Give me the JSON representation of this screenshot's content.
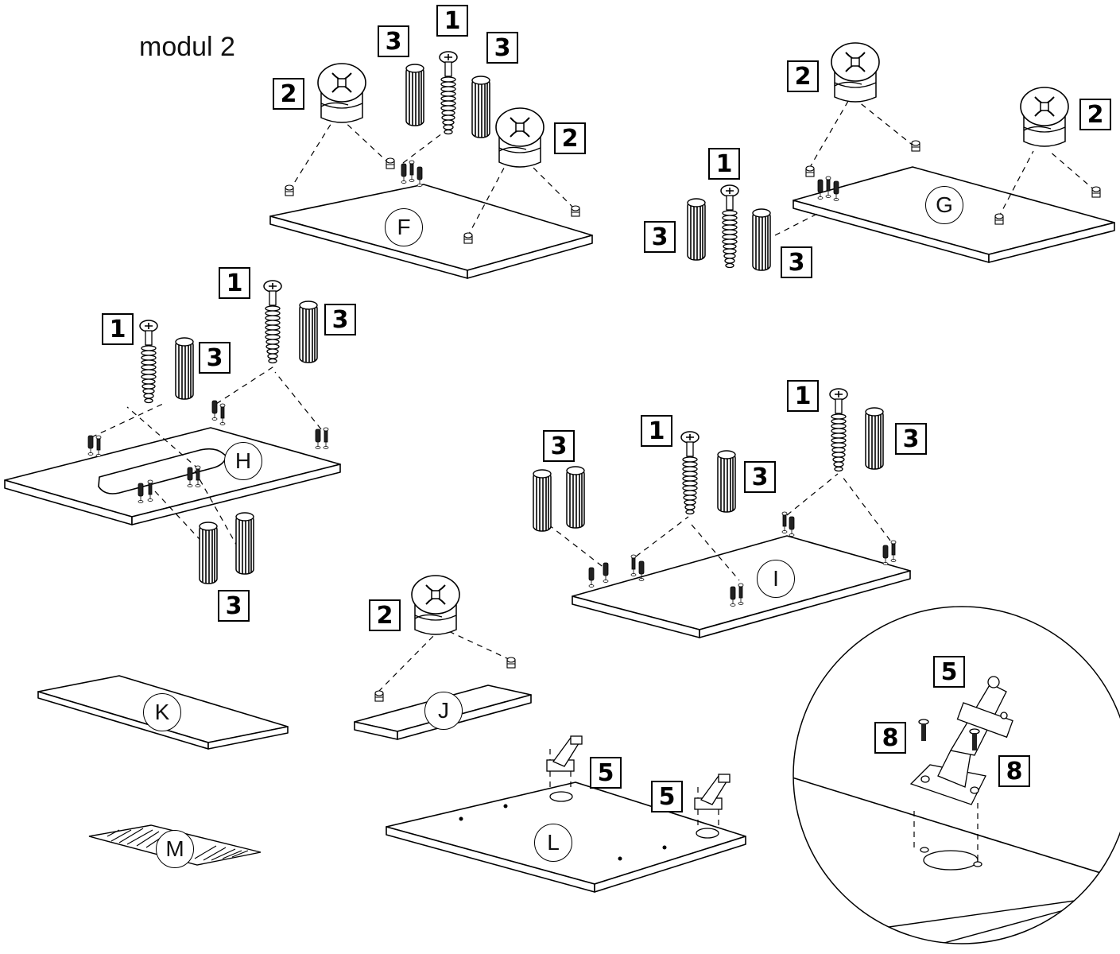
{
  "title": "modul 2",
  "panels": {
    "F": "F",
    "G": "G",
    "H": "H",
    "I": "I",
    "J": "J",
    "K": "K",
    "L": "L",
    "M": "M"
  },
  "part_numbers": {
    "cam_bolt": "1",
    "cam_lock": "2",
    "dowel": "3",
    "hinge": "5",
    "screw": "8"
  },
  "icons": [
    "cam-bolt-icon",
    "cam-lock-icon",
    "dowel-icon",
    "hinge-icon",
    "screw-icon",
    "mirror-icon"
  ]
}
